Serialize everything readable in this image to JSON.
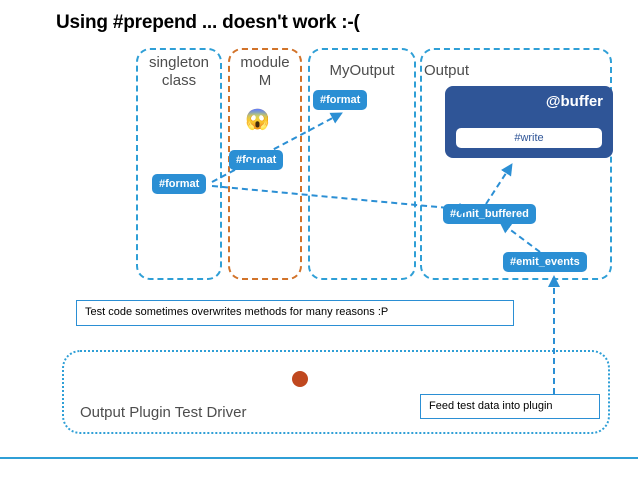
{
  "slide": {
    "title": "Using #prepend ... doesn't work :-("
  },
  "columns": [
    {
      "label": "singleton\nclass"
    },
    {
      "label": "module\nM"
    },
    {
      "label": "MyOutput"
    },
    {
      "label": "Output"
    }
  ],
  "badges": {
    "format_singleton": "#format",
    "format_module": "#format",
    "format_myoutput": "#format",
    "emit_buffered": "#emit_buffered",
    "emit_events": "#emit_events"
  },
  "buffer": {
    "title": "@buffer",
    "write": "#write"
  },
  "callouts": {
    "overwrite_note": "Test code sometimes overwrites methods for many reasons :P",
    "feed_note": "Feed test data into plugin"
  },
  "driver": {
    "label": "Output Plugin Test Driver"
  },
  "icons": {
    "scream_emoji": "😱"
  },
  "colors": {
    "accent_blue": "#2b8fd4",
    "outline_blue": "#2f9fd6",
    "module_orange": "#d2732a",
    "buffer_navy": "#2f5597",
    "dot_red": "#c0481f"
  }
}
